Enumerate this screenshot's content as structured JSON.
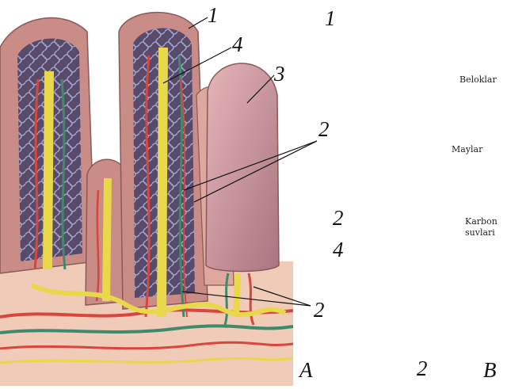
{
  "panel_a": {
    "letter": "A",
    "labels": {
      "n1": "1",
      "n2_mid": "2",
      "n2_bottom": "2",
      "n3": "3",
      "n4": "4"
    }
  },
  "panel_b": {
    "letter": "B",
    "labels": {
      "n1": "1",
      "n2_left": "2",
      "n2_bottom": "2",
      "n4": "4"
    },
    "tags": {
      "proteins": "Beloklar",
      "fats": "Maylar",
      "carb_line1": "Karbon",
      "carb_line2": "suvlari"
    }
  },
  "colors": {
    "artery": "#d8463c",
    "lymph": "#e8d84a",
    "vein": "#3f8a6a",
    "mucosa": "#c98c86",
    "background_b": "#e6a25a"
  }
}
